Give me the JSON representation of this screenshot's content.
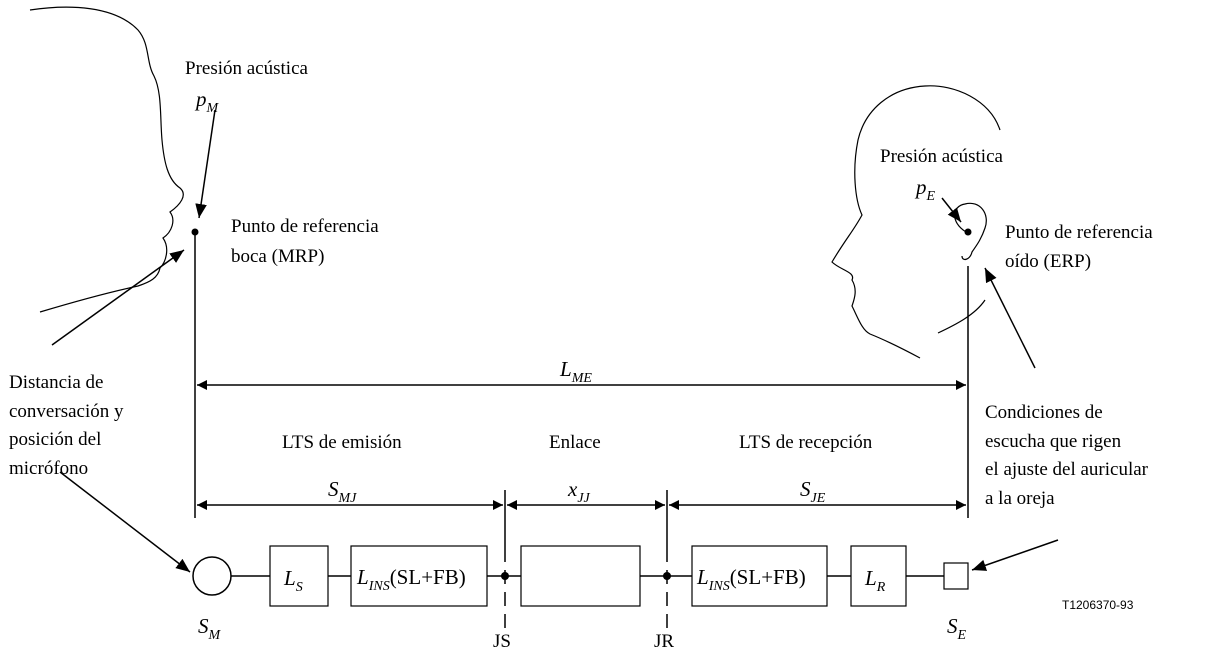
{
  "labels": {
    "pressure_left": "Presión acústica",
    "pressure_right": "Presión acústica",
    "mrp_line1": "Punto de referencia",
    "mrp_line2": "boca (MRP)",
    "erp_line1": "Punto de referencia",
    "erp_line2": "oído (ERP)",
    "distance": [
      "Distancia de",
      "conversación y",
      "posición del",
      "micrófono"
    ],
    "listening": [
      "Condiciones de",
      "escucha que rigen",
      "el ajuste del auricular",
      "a la oreja"
    ],
    "lts_send": "LTS de emisión",
    "link": "Enlace",
    "lts_receive": "LTS de recepción",
    "junction_send": "JS",
    "junction_receive": "JR",
    "figure_ref": "T1206370-93"
  },
  "symbols": {
    "pM": {
      "main": "p",
      "sub": "M"
    },
    "pE": {
      "main": "p",
      "sub": "E"
    },
    "LME": {
      "main": "L",
      "sub": "ME"
    },
    "SMJ": {
      "main": "S",
      "sub": "MJ"
    },
    "xJJ": {
      "main": "x",
      "sub": "JJ"
    },
    "SJE": {
      "main": "S",
      "sub": "JE"
    },
    "SM": {
      "main": "S",
      "sub": "M"
    },
    "SE": {
      "main": "S",
      "sub": "E"
    }
  },
  "boxes": {
    "send_loss": {
      "main": "L",
      "sub": "S"
    },
    "send_ins": {
      "main": "L",
      "sub": "INS",
      "tail": "(SL+FB)"
    },
    "link_box": "",
    "receive_ins": {
      "main": "L",
      "sub": "INS",
      "tail": "(SL+FB)"
    },
    "receive_loss": {
      "main": "L",
      "sub": "R"
    }
  }
}
